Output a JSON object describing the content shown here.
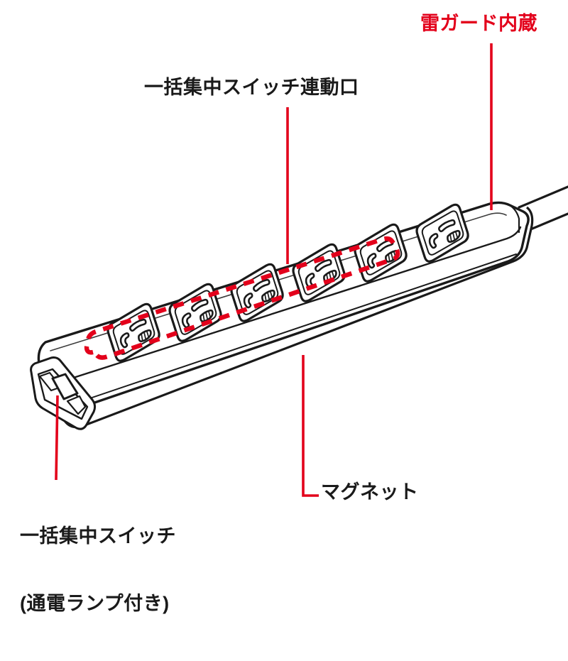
{
  "figure": {
    "title": "6-outlet magnet power strip with master switch",
    "product_type": "power-strip",
    "outlet_count": 6,
    "outlets_in_dashed_group": 5,
    "colors": {
      "accent_red": "#e3001b",
      "outline_black": "#1a1a1a",
      "body_fill": "#ffffff",
      "background": "#ffffff"
    }
  },
  "callouts": [
    {
      "id": "surge",
      "text": "雷ガード内蔵",
      "color": "red",
      "leader": "vertical-line",
      "points_to": "body-top-right"
    },
    {
      "id": "linked",
      "text": "一括集中スイッチ連動口",
      "color": "black",
      "leader": "vertical-line",
      "points_to": "dashed-outlet-group"
    },
    {
      "id": "magnet",
      "text": "マグネット",
      "color": "black",
      "leader": "elbow-line",
      "points_to": "body-underside"
    },
    {
      "id": "mainswitch",
      "line1": "一括集中スイッチ",
      "line2": "(通電ランプ付き)",
      "color": "black",
      "leader": "vertical-line",
      "points_to": "rocker-switch"
    }
  ],
  "labels": {
    "surge": "雷ガード内蔵",
    "linked": "一括集中スイッチ連動口",
    "magnet": "マグネット",
    "mainswitch_line1": "一括集中スイッチ",
    "mainswitch_line2": "(通電ランプ付き)"
  }
}
